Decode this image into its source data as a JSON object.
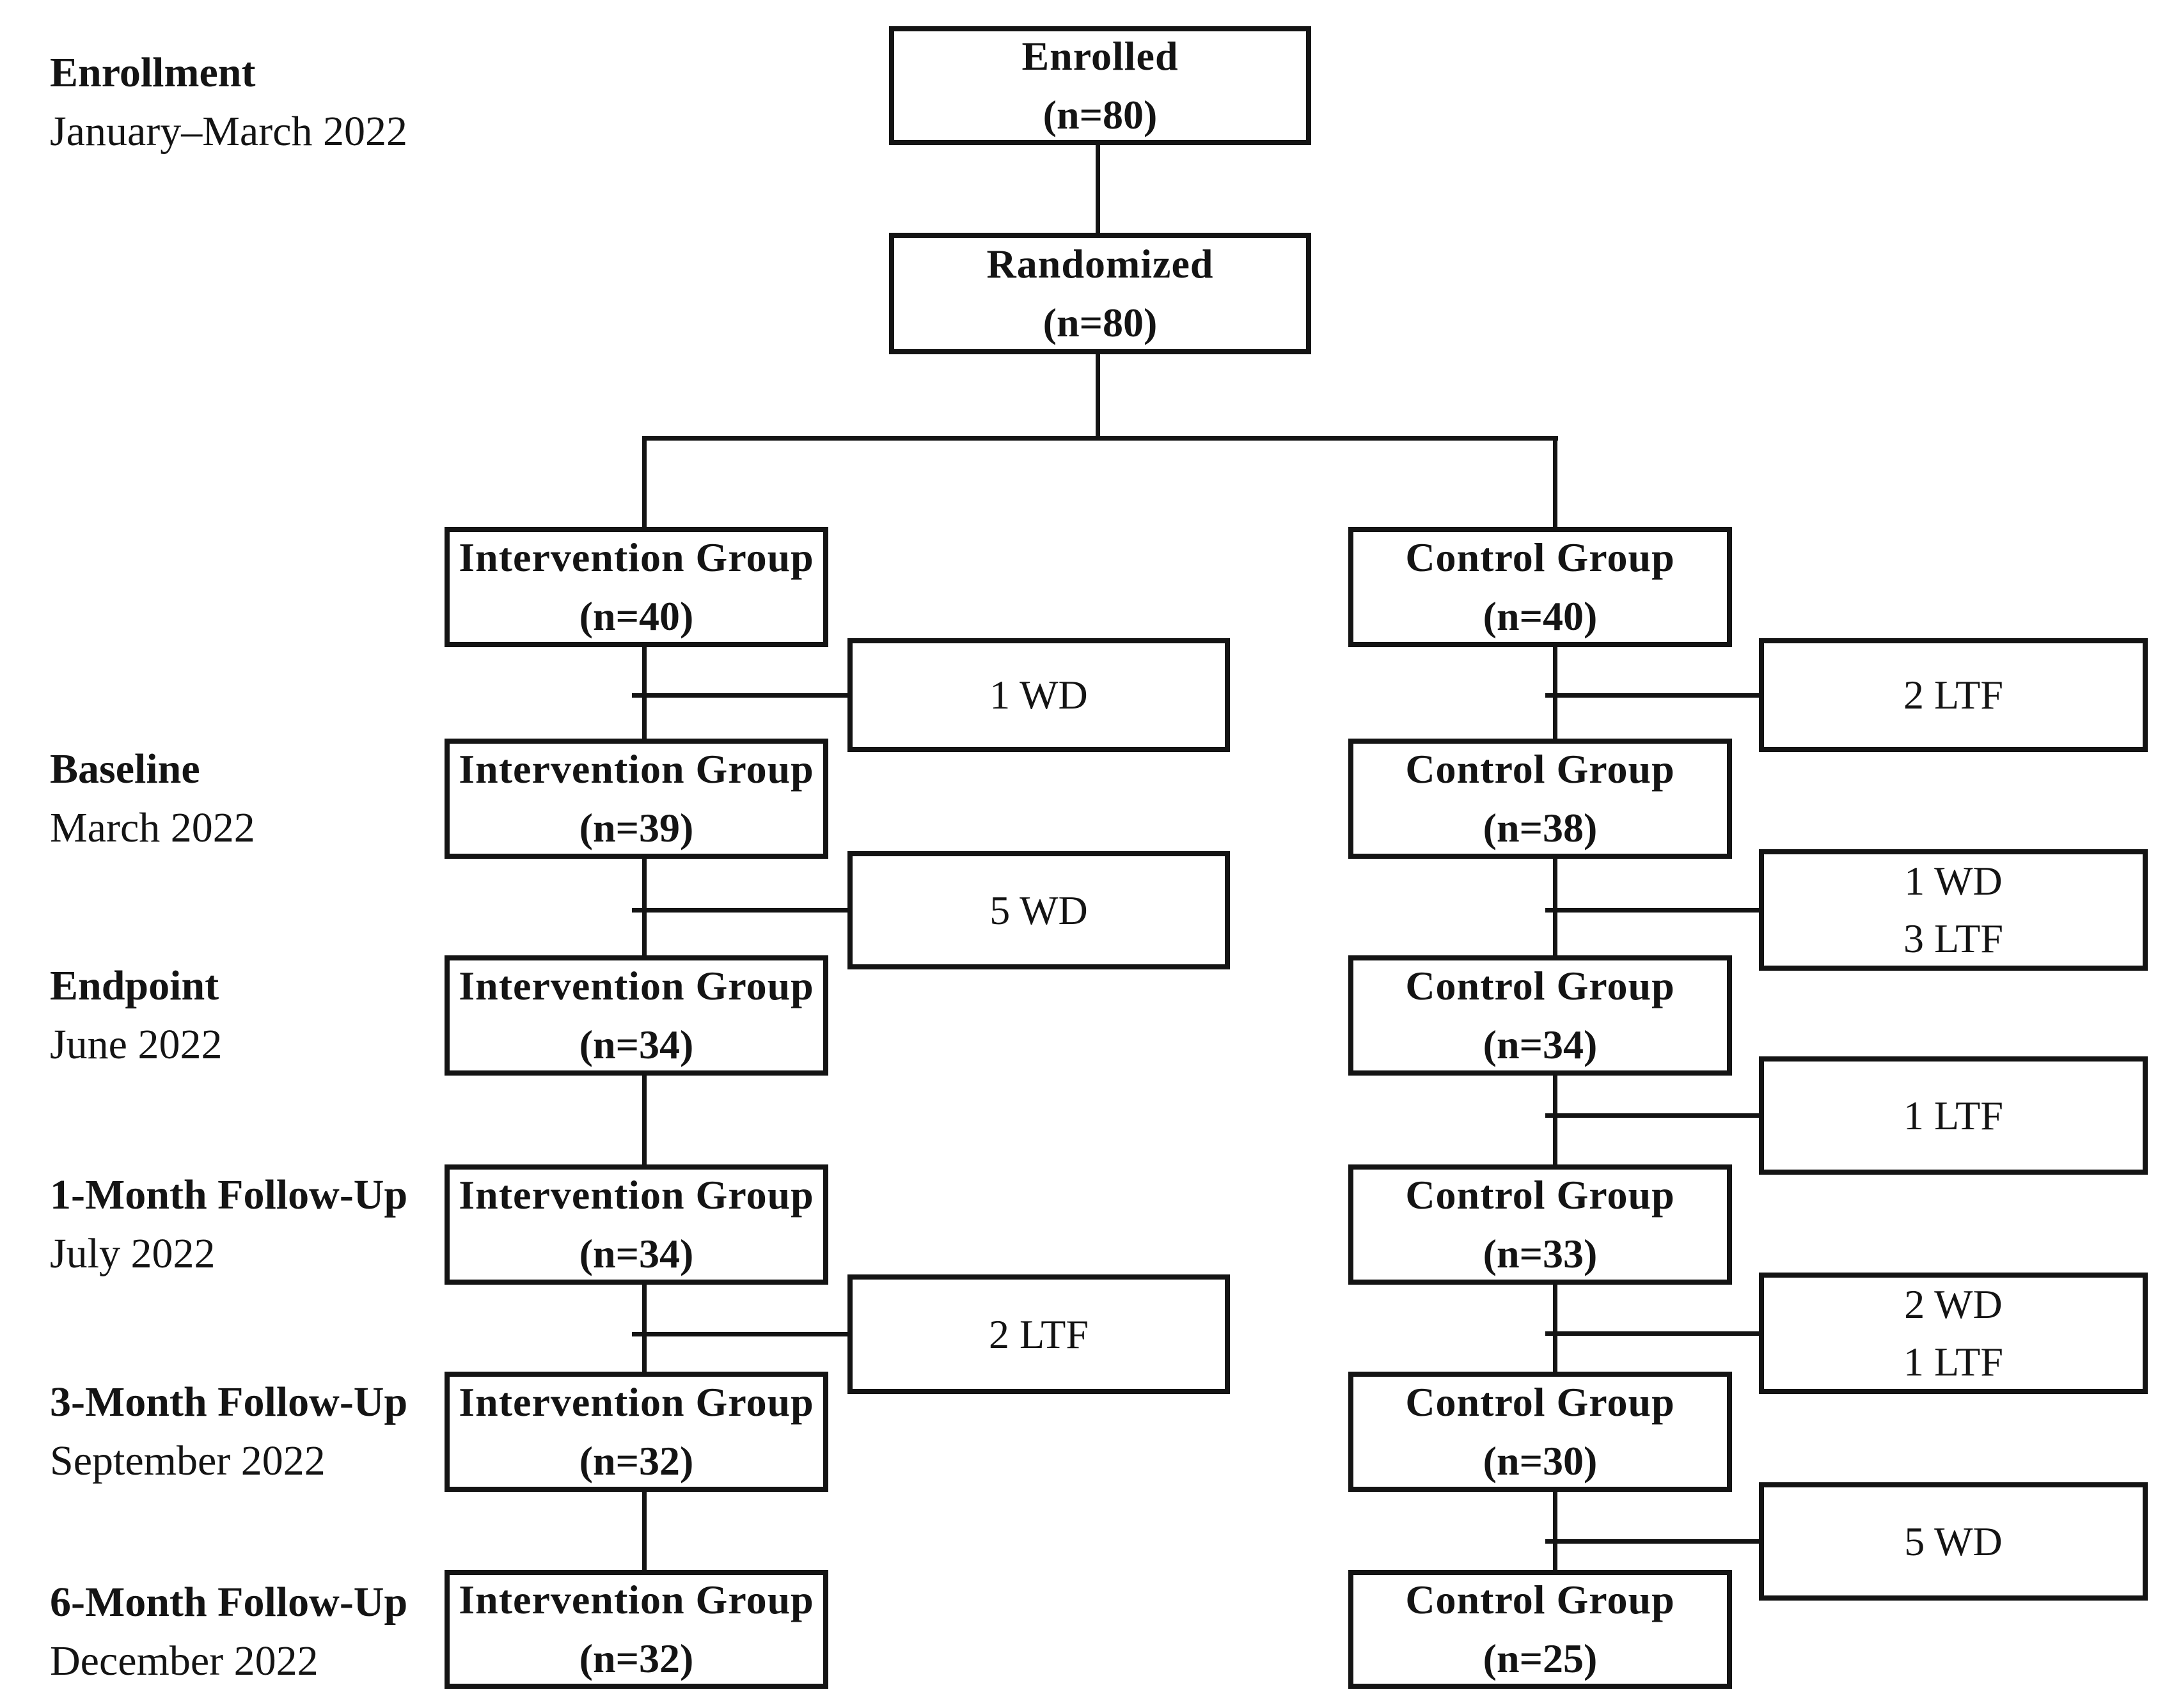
{
  "diagram": {
    "stages": [
      {
        "title": "Enrollment",
        "date": "January–March 2022"
      },
      {
        "title": "Baseline",
        "date": "March 2022"
      },
      {
        "title": "Endpoint",
        "date": "June 2022"
      },
      {
        "title": "1-Month Follow-Up",
        "date": "July 2022"
      },
      {
        "title": "3-Month Follow-Up",
        "date": "September 2022"
      },
      {
        "title": "6-Month Follow-Up",
        "date": "December 2022"
      }
    ],
    "enrolled": {
      "title": "Enrolled",
      "count": "(n=80)"
    },
    "randomized": {
      "title": "Randomized",
      "count": "(n=80)"
    },
    "intervention": {
      "boxes": [
        {
          "title": "Intervention Group",
          "count": "(n=40)"
        },
        {
          "title": "Intervention Group",
          "count": "(n=39)"
        },
        {
          "title": "Intervention Group",
          "count": "(n=34)"
        },
        {
          "title": "Intervention Group",
          "count": "(n=34)"
        },
        {
          "title": "Intervention Group",
          "count": "(n=32)"
        },
        {
          "title": "Intervention Group",
          "count": "(n=32)"
        }
      ],
      "attrition": [
        {
          "line1": "1 WD",
          "line2": ""
        },
        {
          "line1": "5 WD",
          "line2": ""
        },
        {
          "line1": "2 LTF",
          "line2": ""
        }
      ]
    },
    "control": {
      "boxes": [
        {
          "title": "Control Group",
          "count": "(n=40)"
        },
        {
          "title": "Control Group",
          "count": "(n=38)"
        },
        {
          "title": "Control Group",
          "count": "(n=34)"
        },
        {
          "title": "Control Group",
          "count": "(n=33)"
        },
        {
          "title": "Control Group",
          "count": "(n=30)"
        },
        {
          "title": "Control Group",
          "count": "(n=25)"
        }
      ],
      "attrition": [
        {
          "line1": "2 LTF",
          "line2": ""
        },
        {
          "line1": "1 WD",
          "line2": "3 LTF"
        },
        {
          "line1": "1 LTF",
          "line2": ""
        },
        {
          "line1": "2 WD",
          "line2": "1 LTF"
        },
        {
          "line1": "5 WD",
          "line2": ""
        }
      ]
    },
    "colors": {
      "ink": "#141414",
      "background": "#ffffff"
    }
  }
}
